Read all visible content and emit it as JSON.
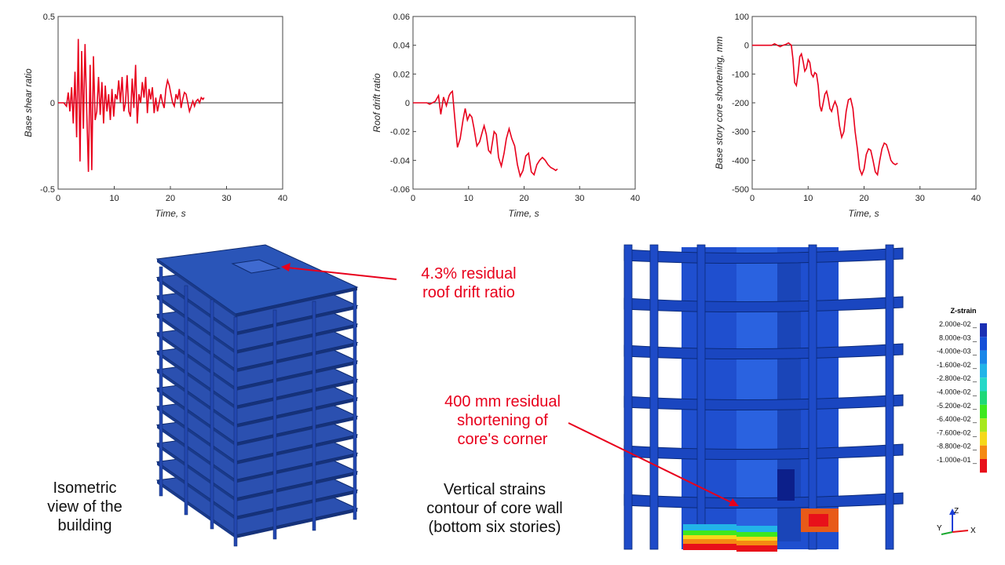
{
  "chart_data": [
    {
      "type": "line",
      "xlabel": "Time, s",
      "ylabel": "Base shear ratio",
      "xlim": [
        0,
        40
      ],
      "ylim": [
        -0.5,
        0.5
      ],
      "xticks": [
        "0",
        "10",
        "20",
        "30",
        "40"
      ],
      "yticks": [
        "0.5",
        "0",
        "-0.5"
      ],
      "color": "#e8001c",
      "series": [
        {
          "x": [
            0,
            1.0,
            1.5,
            1.8,
            2.1,
            2.4,
            2.7,
            3.0,
            3.3,
            3.6,
            3.9,
            4.2,
            4.5,
            4.8,
            5.1,
            5.4,
            5.7,
            6.0,
            6.3,
            6.6,
            6.9,
            7.2,
            7.5,
            7.8,
            8.1,
            8.4,
            8.7,
            9.0,
            9.3,
            9.6,
            9.9,
            10.2,
            10.5,
            10.8,
            11.1,
            11.4,
            11.7,
            12.0,
            12.3,
            12.6,
            12.9,
            13.2,
            13.5,
            13.8,
            14.1,
            14.4,
            14.7,
            15.0,
            15.3,
            15.6,
            15.9,
            16.2,
            16.5,
            16.8,
            17.1,
            17.4,
            17.7,
            18.0,
            18.3,
            18.6,
            18.9,
            19.2,
            19.5,
            19.8,
            20.1,
            20.4,
            20.7,
            21.0,
            21.3,
            21.6,
            21.9,
            22.2,
            22.5,
            22.8,
            23.1,
            23.4,
            23.7,
            24.0,
            24.3,
            24.6,
            24.9,
            25.2,
            25.5,
            25.8,
            26.0
          ],
          "y": [
            0,
            0,
            -0.02,
            0.06,
            -0.05,
            0.09,
            -0.12,
            0.18,
            -0.2,
            0.37,
            -0.34,
            0.3,
            -0.15,
            0.34,
            -0.05,
            -0.4,
            0.22,
            -0.39,
            0.27,
            -0.1,
            -0.05,
            0.15,
            -0.07,
            0.12,
            -0.12,
            0.1,
            -0.05,
            0.05,
            -0.1,
            0.08,
            -0.08,
            0.05,
            0.02,
            0.13,
            0.0,
            0.15,
            -0.05,
            0.0,
            0.16,
            -0.05,
            -0.08,
            0.14,
            -0.03,
            0.22,
            -0.12,
            0.05,
            0.0,
            0.12,
            0.03,
            0.15,
            -0.06,
            0.08,
            0.02,
            0.09,
            -0.06,
            0.03,
            -0.05,
            0.0,
            0.05,
            0.0,
            -0.03,
            0.08,
            0.13,
            0.1,
            0.05,
            0.0,
            -0.02,
            0.05,
            0.02,
            0.08,
            -0.03,
            0.02,
            0.06,
            0.05,
            0.0,
            -0.05,
            -0.02,
            0.01,
            -0.02,
            0.01,
            0.02,
            0.0,
            0.03,
            0.02,
            0.03
          ]
        }
      ]
    },
    {
      "type": "line",
      "xlabel": "Time, s",
      "ylabel": "Roof drift ratio",
      "xlim": [
        0,
        40
      ],
      "ylim": [
        -0.06,
        0.06
      ],
      "xticks": [
        "0",
        "10",
        "20",
        "30",
        "40"
      ],
      "yticks": [
        "0.06",
        "0.04",
        "0.02",
        "0",
        "-0.02",
        "-0.04",
        "-0.06"
      ],
      "color": "#e8001c",
      "series": [
        {
          "x": [
            0,
            2.5,
            3.0,
            3.5,
            4.0,
            4.3,
            4.6,
            5.0,
            5.5,
            6.0,
            6.5,
            6.8,
            7.1,
            7.5,
            8.0,
            8.5,
            9.0,
            9.4,
            9.8,
            10.2,
            10.6,
            11.0,
            11.5,
            12.0,
            12.5,
            12.8,
            13.2,
            13.6,
            14.0,
            14.6,
            15.0,
            15.4,
            15.9,
            16.4,
            16.8,
            17.3,
            17.8,
            18.3,
            18.8,
            19.3,
            19.8,
            20.3,
            20.8,
            21.3,
            21.8,
            22.3,
            22.8,
            23.3,
            23.8,
            24.3,
            24.8,
            25.3,
            25.7,
            26.0
          ],
          "y": [
            0,
            0,
            -0.001,
            0.0,
            0.001,
            0.003,
            0.005,
            -0.008,
            0.004,
            -0.002,
            0.005,
            0.007,
            0.008,
            -0.01,
            -0.031,
            -0.025,
            -0.012,
            -0.004,
            -0.012,
            -0.008,
            -0.01,
            -0.018,
            -0.03,
            -0.027,
            -0.02,
            -0.016,
            -0.022,
            -0.033,
            -0.035,
            -0.02,
            -0.022,
            -0.038,
            -0.044,
            -0.035,
            -0.025,
            -0.018,
            -0.025,
            -0.03,
            -0.043,
            -0.051,
            -0.047,
            -0.037,
            -0.035,
            -0.048,
            -0.05,
            -0.043,
            -0.04,
            -0.038,
            -0.04,
            -0.043,
            -0.045,
            -0.046,
            -0.047,
            -0.046
          ]
        }
      ]
    },
    {
      "type": "line",
      "xlabel": "Time, s",
      "ylabel": "Base story core shortening, mm",
      "xlim": [
        0,
        40
      ],
      "ylim": [
        -500,
        100
      ],
      "xticks": [
        "0",
        "10",
        "20",
        "30",
        "40"
      ],
      "yticks": [
        "100",
        "0",
        "-100",
        "-200",
        "-300",
        "-400",
        "-500"
      ],
      "color": "#e8001c",
      "series": [
        {
          "x": [
            0,
            3.0,
            3.5,
            4.0,
            4.5,
            5.0,
            5.5,
            6.0,
            6.5,
            7.0,
            7.3,
            7.6,
            7.9,
            8.2,
            8.5,
            8.8,
            9.1,
            9.4,
            9.7,
            10.0,
            10.3,
            10.6,
            10.9,
            11.2,
            11.5,
            11.8,
            12.1,
            12.4,
            12.7,
            13.0,
            13.3,
            13.6,
            13.9,
            14.2,
            14.5,
            14.8,
            15.2,
            15.6,
            16.0,
            16.4,
            16.8,
            17.2,
            17.6,
            18.0,
            18.4,
            18.8,
            19.2,
            19.6,
            20.0,
            20.4,
            20.8,
            21.2,
            21.6,
            22.0,
            22.4,
            22.8,
            23.2,
            23.6,
            24.0,
            24.4,
            24.8,
            25.2,
            25.6,
            26.0
          ],
          "y": [
            0,
            0,
            0,
            5,
            0,
            -5,
            0,
            3,
            8,
            0,
            -50,
            -130,
            -140,
            -100,
            -40,
            -30,
            -55,
            -90,
            -80,
            -50,
            -60,
            -100,
            -110,
            -95,
            -100,
            -140,
            -210,
            -230,
            -200,
            -170,
            -160,
            -185,
            -220,
            -230,
            -210,
            -195,
            -215,
            -280,
            -320,
            -300,
            -230,
            -190,
            -185,
            -220,
            -300,
            -360,
            -430,
            -450,
            -430,
            -380,
            -360,
            -365,
            -400,
            -440,
            -450,
            -400,
            -360,
            -340,
            -345,
            -370,
            -400,
            -410,
            -415,
            -410
          ]
        }
      ]
    }
  ],
  "annotations": {
    "drift_callout": "4.3% residual\nroof drift ratio",
    "shortening_callout": "400 mm residual\nshortening of\ncore's corner",
    "isometric_caption": "Isometric\nview of the\nbuilding",
    "strain_caption": "Vertical strains\ncontour of core wall\n(bottom six stories)"
  },
  "legend": {
    "title": "Z-strain",
    "entries": [
      {
        "label": "2.000e-02",
        "color": "#1a2fb3"
      },
      {
        "label": "8.000e-03",
        "color": "#1550d8"
      },
      {
        "label": "-4.000e-03",
        "color": "#1a86e8"
      },
      {
        "label": "-1.600e-02",
        "color": "#22b4e8"
      },
      {
        "label": "-2.800e-02",
        "color": "#26d8c8"
      },
      {
        "label": "-4.000e-02",
        "color": "#1fd878"
      },
      {
        "label": "-5.200e-02",
        "color": "#3ee81e"
      },
      {
        "label": "-6.400e-02",
        "color": "#a8e81e"
      },
      {
        "label": "-7.600e-02",
        "color": "#f5d81a"
      },
      {
        "label": "-8.800e-02",
        "color": "#f58a12"
      },
      {
        "label": "-1.000e-01",
        "color": "#e8101a"
      }
    ]
  },
  "triad": {
    "z": "Z",
    "y": "Y",
    "x": "X"
  }
}
